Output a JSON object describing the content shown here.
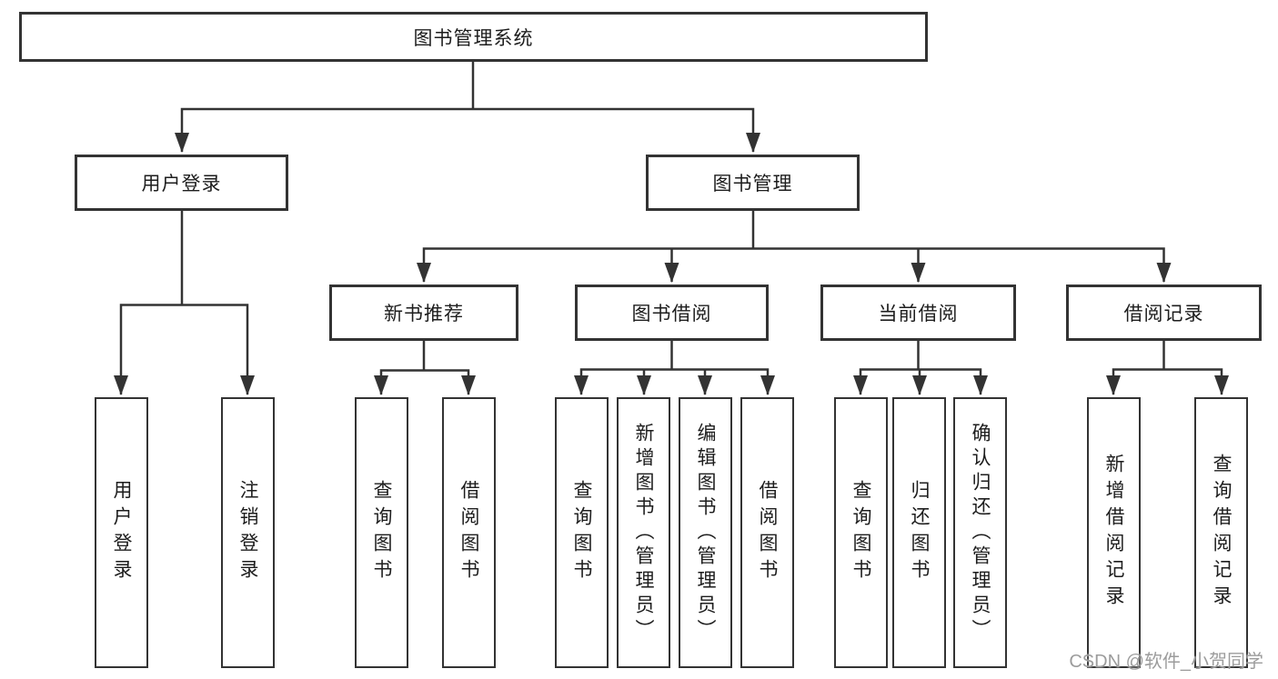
{
  "diagram": {
    "root": {
      "label": "图书管理系统"
    },
    "branches": [
      {
        "label": "用户登录",
        "leaves": [
          {
            "label": "用户登录"
          },
          {
            "label": "注销登录"
          }
        ]
      },
      {
        "label": "图书管理",
        "children": [
          {
            "label": "新书推荐",
            "leaves": [
              {
                "label": "查询图书"
              },
              {
                "label": "借阅图书"
              }
            ]
          },
          {
            "label": "图书借阅",
            "leaves": [
              {
                "label": "查询图书"
              },
              {
                "label": "新增图书（管理员）"
              },
              {
                "label": "编辑图书（管理员）"
              },
              {
                "label": "借阅图书"
              }
            ]
          },
          {
            "label": "当前借阅",
            "leaves": [
              {
                "label": "查询图书"
              },
              {
                "label": "归还图书"
              },
              {
                "label": "确认归还（管理员）"
              }
            ]
          },
          {
            "label": "借阅记录",
            "leaves": [
              {
                "label": "新增借阅记录"
              },
              {
                "label": "查询借阅记录"
              }
            ]
          }
        ]
      }
    ],
    "line_color": "#333333"
  },
  "watermark": {
    "text": "CSDN @软件_小贺同学",
    "color": "#9c9c9c"
  }
}
